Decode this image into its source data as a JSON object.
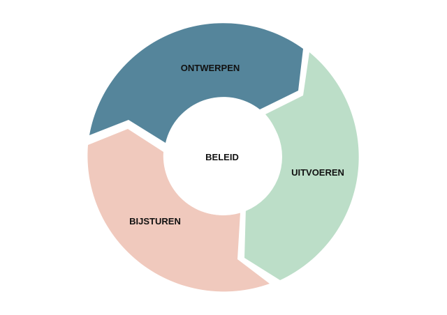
{
  "diagram": {
    "center": {
      "label": "BELEID"
    },
    "segments": [
      {
        "id": "ontwerpen",
        "label": "ONTWERPEN",
        "color": "#55859b"
      },
      {
        "id": "uitvoeren",
        "label": "UITVOEREN",
        "color": "#bcdec8"
      },
      {
        "id": "bijsturen",
        "label": "BIJSTUREN",
        "color": "#f0c9bd"
      }
    ]
  }
}
